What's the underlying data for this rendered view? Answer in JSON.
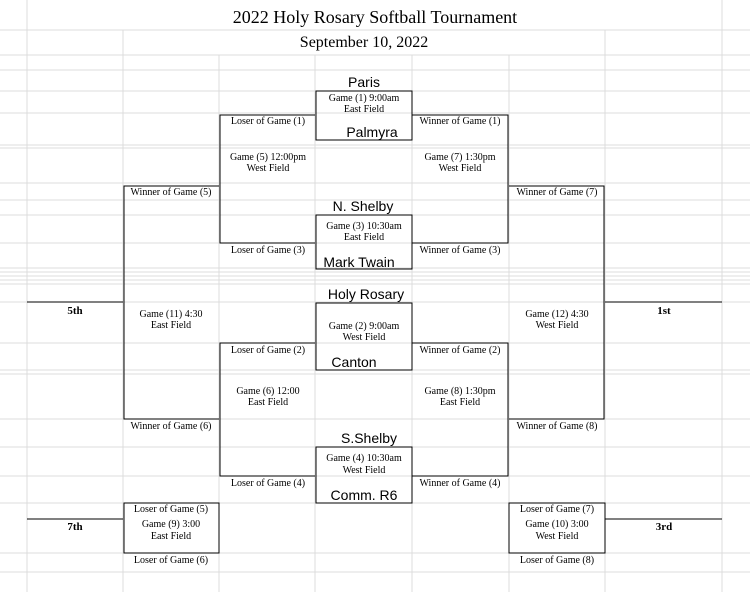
{
  "title": "2022 Holy Rosary Softball Tournament",
  "date": "September 10, 2022",
  "teams": {
    "paris": "Paris",
    "palmyra": "Palmyra",
    "n_shelby": "N. Shelby",
    "mark_twain": "Mark Twain",
    "holy_rosary": "Holy Rosary",
    "canton": "Canton",
    "s_shelby": "S.Shelby",
    "comm_r6": "Comm. R6"
  },
  "games": {
    "g1": [
      "Game (1) 9:00am",
      "East Field"
    ],
    "g2": [
      "Game (2) 9:00am",
      "West Field"
    ],
    "g3": [
      "Game (3) 10:30am",
      "East Field"
    ],
    "g4": [
      "Game (4) 10:30am",
      "West Field"
    ],
    "g5": [
      "Game (5) 12:00pm",
      "West Field"
    ],
    "g6": [
      "Game (6) 12:00",
      "East Field"
    ],
    "g7": [
      "Game (7) 1:30pm",
      "West Field"
    ],
    "g8": [
      "Game (8) 1:30pm",
      "East Field"
    ],
    "g9": [
      "Game (9) 3:00",
      "East Field"
    ],
    "g10": [
      "Game (10) 3:00",
      "West Field"
    ],
    "g11": [
      "Game (11) 4:30",
      "East Field"
    ],
    "g12": [
      "Game (12) 4:30",
      "West Field"
    ]
  },
  "labels": {
    "loser1": "Loser of Game (1)",
    "winner1": "Winner of Game (1)",
    "loser3": "Loser of Game (3)",
    "winner3": "Winner of Game (3)",
    "loser2": "Loser of Game (2)",
    "winner2": "Winner of Game (2)",
    "loser4": "Loser of Game (4)",
    "winner4": "Winner of Game (4)",
    "winner5": "Winner of Game (5)",
    "winner7": "Winner of Game (7)",
    "winner6": "Winner of Game (6)",
    "winner8": "Winner of Game (8)",
    "loser5": "Loser of Game (5)",
    "loser6": "Loser of Game (6)",
    "loser7": "Loser of Game (7)",
    "loser8": "Loser of Game (8)"
  },
  "places": {
    "fifth": "5th",
    "first": "1st",
    "seventh": "7th",
    "third": "3rd"
  }
}
